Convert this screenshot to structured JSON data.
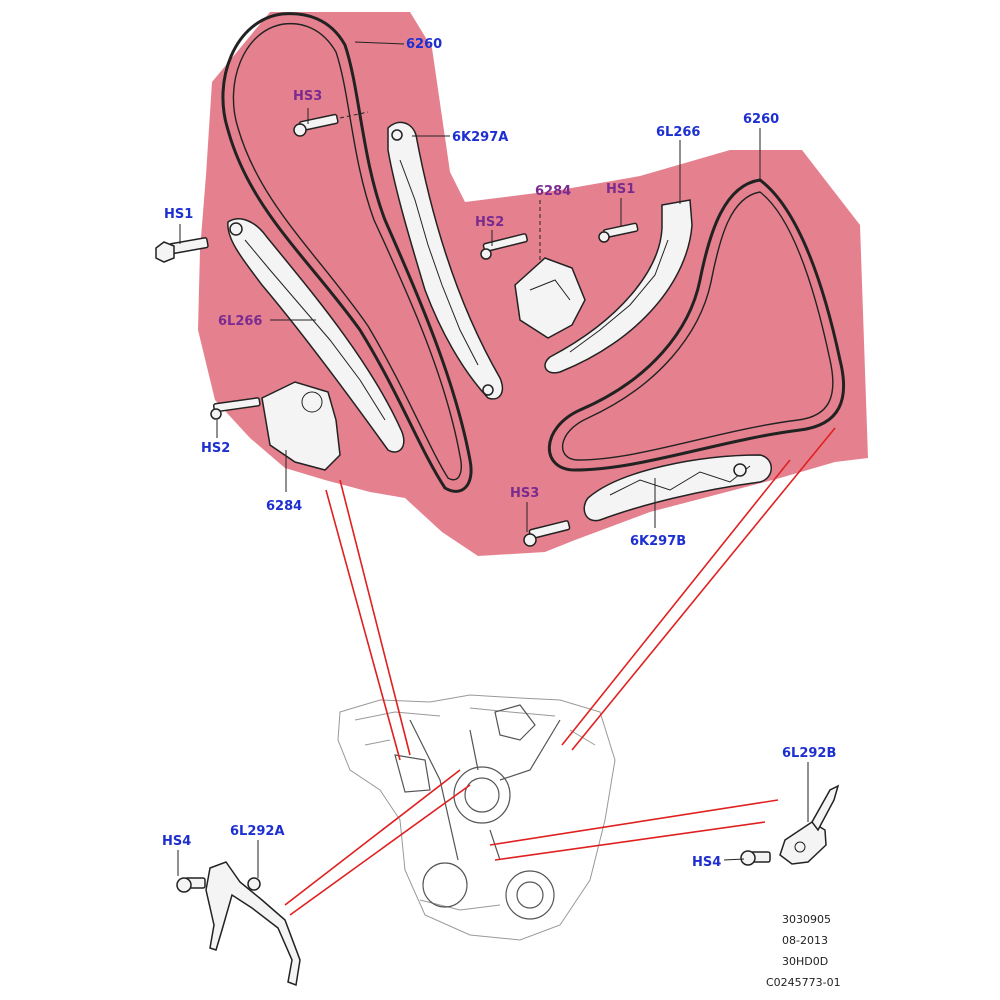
{
  "colors": {
    "highlight": "#e06b7a",
    "label_blue": "#1d2fd0",
    "label_purple": "#7b2b8f",
    "callout_line": "#e02020"
  },
  "labels": {
    "chain_left": "6260",
    "chain_right": "6260",
    "hs3_top": "HS3",
    "hs3_bottom": "HS3",
    "guide_a": "6K297A",
    "guide_b": "6K297B",
    "hs1_left": "HS1",
    "hs1_right": "HS1",
    "hs2_left": "HS2",
    "hs2_right": "HS2",
    "tensioner_arm_left": "6L266",
    "tensioner_arm_right": "6L266",
    "tensioner_left": "6284",
    "tensioner_right": "6284",
    "hs4_left": "HS4",
    "hs4_right": "HS4",
    "tool_a": "6L292A",
    "tool_b": "6L292B"
  },
  "reference": {
    "line1": "3030905",
    "line2": "08-2013",
    "line3": "30HD0D",
    "line4": "C0245773-01"
  }
}
